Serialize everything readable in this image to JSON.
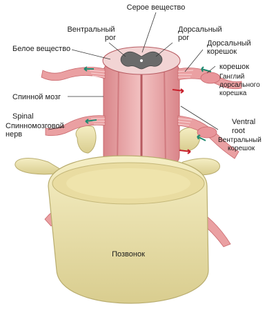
{
  "labels": {
    "grey_matter": "Серое вещество",
    "ventral_horn_1": "Вентральный",
    "ventral_horn_2": "рог",
    "dorsal_horn_1": "Дорсальный",
    "dorsal_horn_2": "рог",
    "white_matter": "Белое вещество",
    "dorsal_root_1": "Дорсальный",
    "dorsal_root_2": "корешок",
    "root": "корешок",
    "ganglion_1": "Ганглий",
    "ganglion_2": "дорсального",
    "ganglion_3": "корешка",
    "spinal_cord": "Спинной мозг",
    "spinal_en": "Spinal",
    "spinal_nerve_1": "Спинномозговой",
    "spinal_nerve_2": "нерв",
    "ventral_root_en_1": "Ventral",
    "ventral_root_en_2": "root",
    "ventral_root_1": "Вентральный",
    "ventral_root_2": "корешок",
    "vertebra": "Позвонок"
  },
  "colors": {
    "bone": "#efe6b4",
    "bone_shade": "#cfc489",
    "nerve": "#eaa0a2",
    "nerve_dark": "#c9676c",
    "grey_matter": "#6b6b6b",
    "arrow_green": "#1f8a70",
    "arrow_red": "#c8202c"
  }
}
